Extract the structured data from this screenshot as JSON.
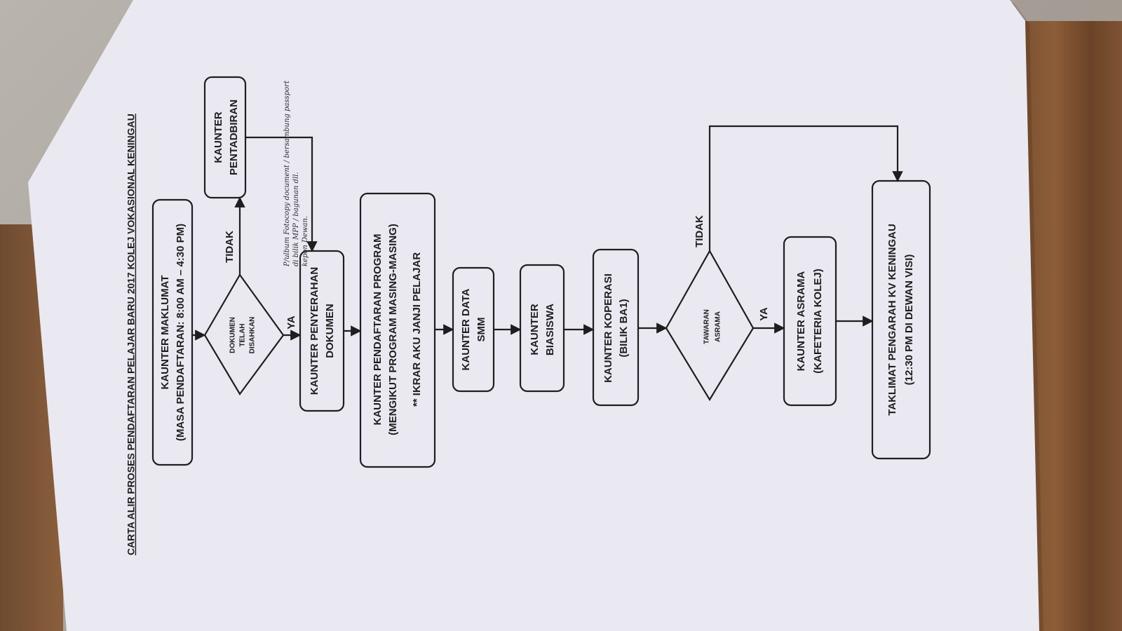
{
  "title": "CARTA ALIR PROSES PENDAFTARAN PELAJAR BARU 2017 KOLEJ VOKASIONAL KENINGAU",
  "nodes": {
    "maklumat": [
      "KAUNTER MAKLUMAT",
      "(MASA PENDAFTARAN: 8:00 AM – 4:30 PM)"
    ],
    "dokumen_decision": [
      "DOKUMEN",
      "TELAH",
      "DISAHKAN"
    ],
    "pentadbiran": [
      "KAUNTER",
      "PENTADBIRAN"
    ],
    "penyerahan": [
      "KAUNTER PENYERAHAN",
      "DOKUMEN"
    ],
    "program": [
      "KAUNTER PENDAFTARAN PROGRAM",
      "(MENGIKUT PROGRAM MASING-MASING)",
      "** IKRAR AKU JANJI PELAJAR"
    ],
    "data_smm": [
      "KAUNTER DATA",
      "SMM"
    ],
    "biasiswa": [
      "KAUNTER",
      "BIASISWA"
    ],
    "koperasi": [
      "KAUNTER KOPERASI",
      "(BILIK BA1)"
    ],
    "asrama_decision": [
      "TAWARAN",
      "ASRAMA"
    ],
    "asrama": [
      "KAUNTER ASRAMA",
      "(KAFETERIA KOLEJ)"
    ],
    "taklimat": [
      "TAKLIMAT PENGARAH KV KENINGAU",
      "(12:30 PM DI DEWAN VISI)"
    ]
  },
  "edge_labels": {
    "dokumen_no": "TIDAK",
    "dokumen_yes": "YA",
    "asrama_no": "TIDAK",
    "asrama_yes": "YA"
  },
  "handwritten_note": [
    "P/ulbum Fotocopy document / bersambung passport",
    "di bilik MPP / bagunan dll.",
    "kepon Dewan."
  ]
}
